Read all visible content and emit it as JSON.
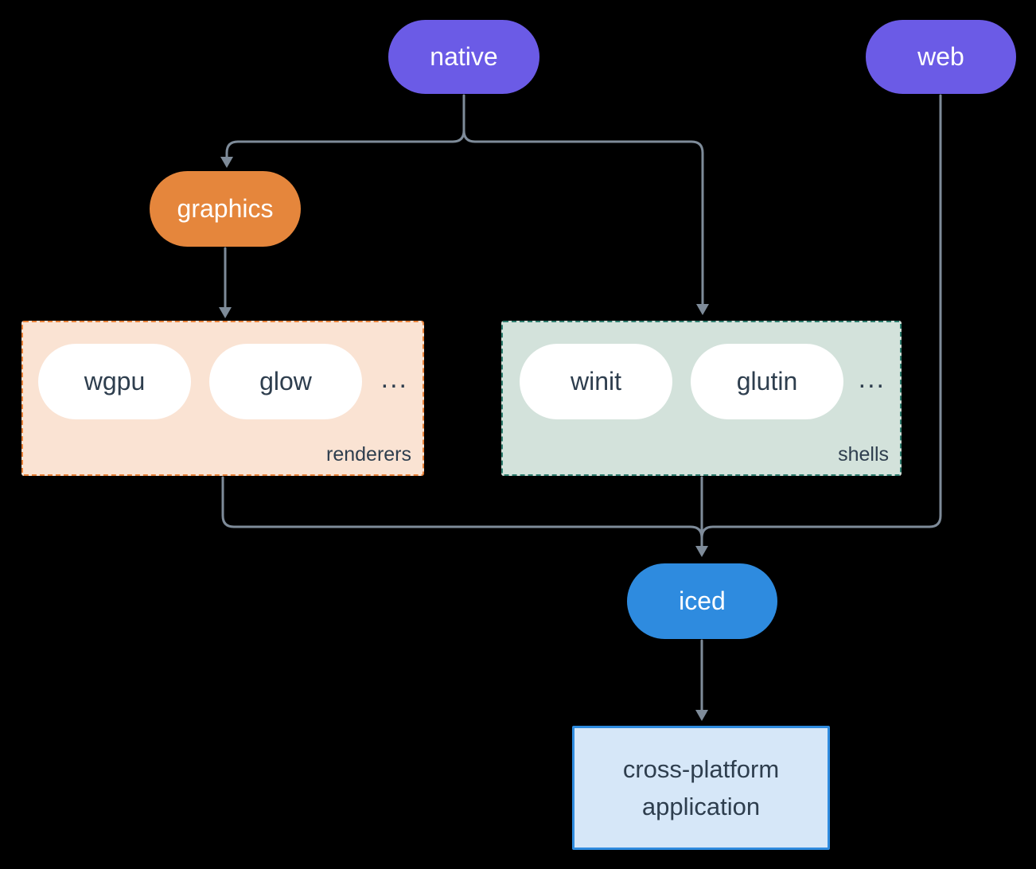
{
  "colors": {
    "background": "#000000",
    "node_purple": "#6b5be6",
    "node_orange": "#e5863c",
    "node_blue": "#2e8bdf",
    "pill_white": "#ffffff",
    "renderers_bg": "#fae3d3",
    "renderers_border": "#e8823a",
    "shells_bg": "#d3e2db",
    "shells_border": "#2e7d6e",
    "app_bg": "#d6e7f8",
    "app_border": "#2e8bdf",
    "dark_text": "#2e3e4e",
    "connector_line": "#7e8b99"
  },
  "nodes": {
    "native": {
      "label": "native"
    },
    "web": {
      "label": "web"
    },
    "graphics": {
      "label": "graphics"
    },
    "iced": {
      "label": "iced"
    },
    "application": {
      "label": "cross-platform application"
    }
  },
  "groups": {
    "renderers": {
      "label": "renderers",
      "pills": [
        "wgpu",
        "glow"
      ],
      "more": "..."
    },
    "shells": {
      "label": "shells",
      "pills": [
        "winit",
        "glutin"
      ],
      "more": "..."
    }
  },
  "edges": [
    "native -> graphics",
    "native -> shells",
    "graphics -> renderers",
    "renderers -> iced",
    "shells -> iced",
    "web -> iced",
    "iced -> application"
  ]
}
